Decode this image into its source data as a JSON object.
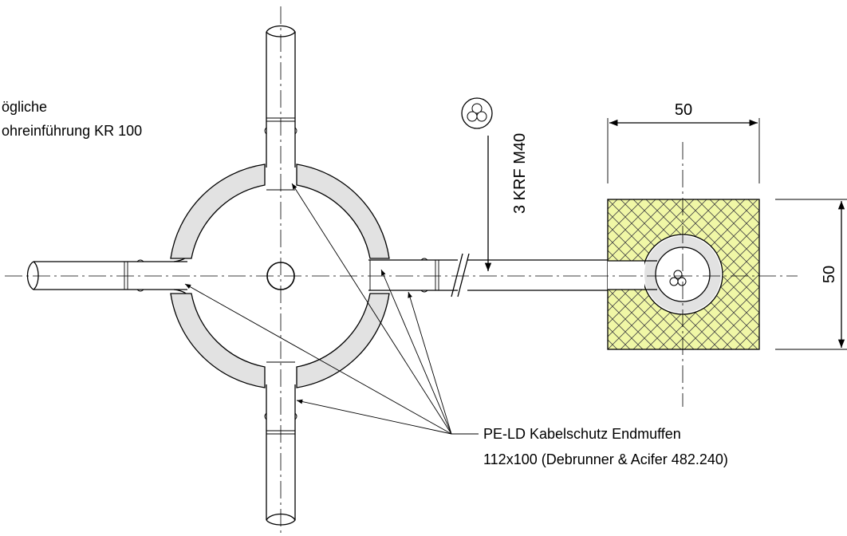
{
  "labels": {
    "top_left_line1": "ögliche",
    "top_left_line2": "ohreinführung KR 100",
    "cable": "3 KRF M40",
    "dim_width": "50",
    "dim_height": "50",
    "endmuffen_line1": "PE-LD Kabelschutz Endmuffen",
    "endmuffen_line2": "112x100 (Debrunner & Acifer 482.240)"
  },
  "colors": {
    "ring_fill": "#e2e2e2",
    "block_fill": "#f0f7a6",
    "hatch": "#444444"
  }
}
